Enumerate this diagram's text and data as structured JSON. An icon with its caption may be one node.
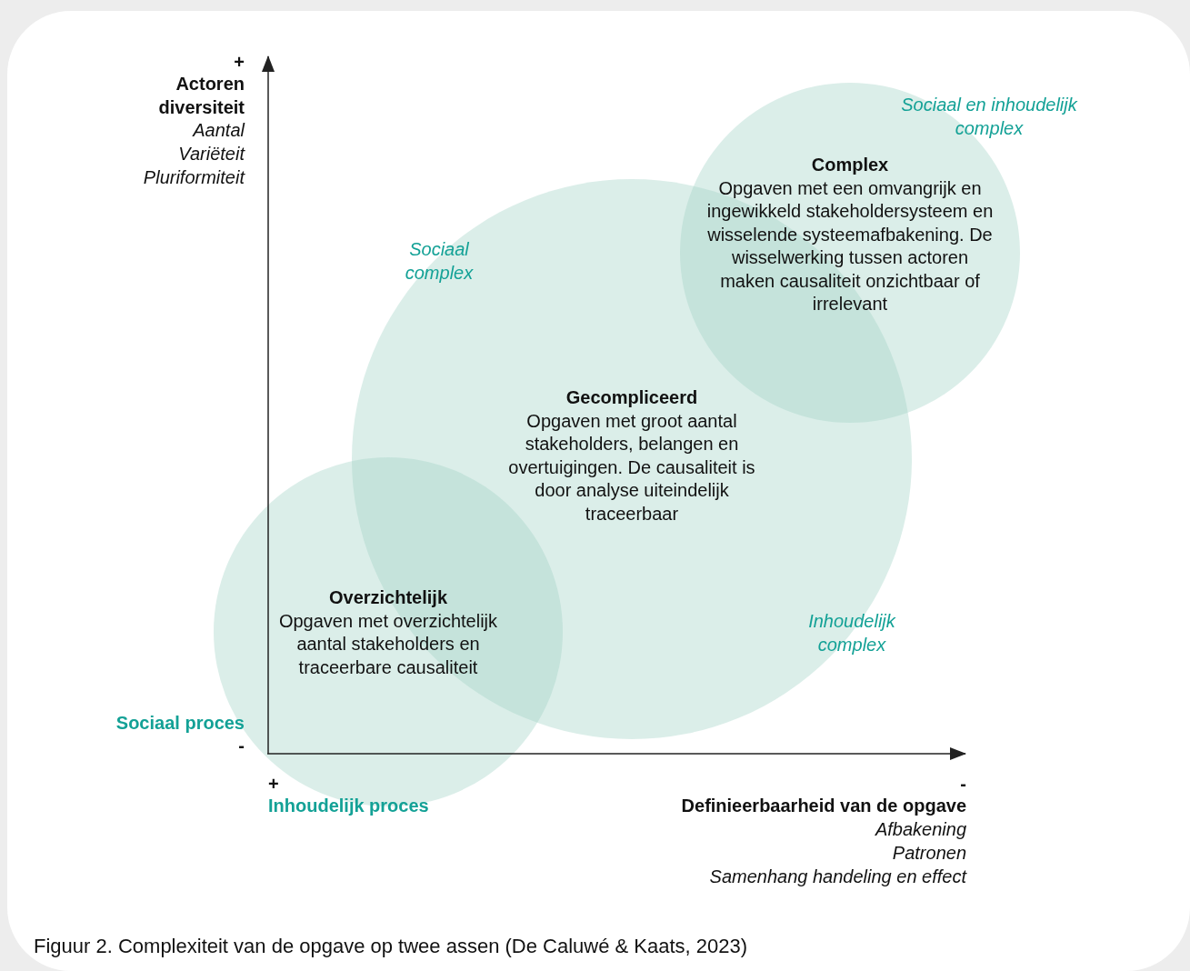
{
  "diagram": {
    "caption": "Figuur 2. Complexiteit van de opgave op twee assen (De Caluwé & Kaats, 2023)",
    "nodes": [
      {
        "text": [
          "Complex",
          "Opgaven met een omvangrijk en ingewikkeld stakeholdersysteem en wisselende systeemafbakening. De wisselwerking tussen actoren maken causaliteit onzichtbaar of irrelevant"
        ]
      },
      {
        "text": [
          "Gecompliceerd",
          "Opgaven met groot aantal stakeholders, belangen en overtuigingen. De causaliteit is door analyse uiteindelijk traceerbaar"
        ]
      },
      {
        "text": [
          "Overzichtelijk",
          "Opgaven met overzichtelijk aantal stakeholders en traceerbare causaliteit"
        ]
      }
    ],
    "labels": [
      "+",
      "Actoren diversiteit",
      "Aantal",
      "Variëteit",
      "Pluriformiteit",
      "Sociaal en inhoudelijk complex",
      "Sociaal complex",
      "Inhoudelijk complex",
      "Sociaal proces",
      "-",
      "+",
      "Inhoudelijk proces",
      "-",
      "Definieerbaarheid van de opgave",
      "Afbakening",
      "Patronen",
      "Samenhang handeling en effect"
    ]
  }
}
